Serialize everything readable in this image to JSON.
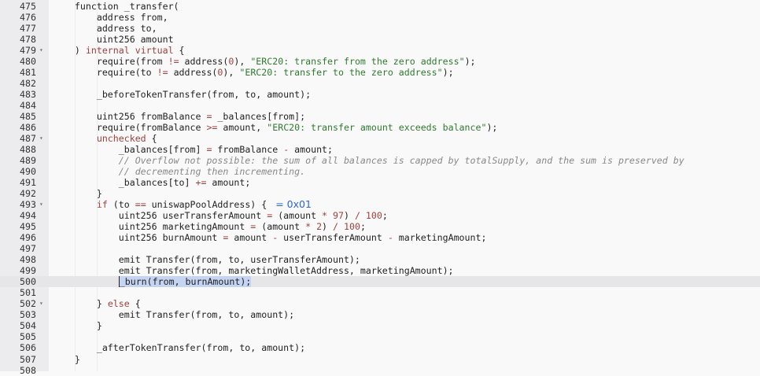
{
  "lines": [
    {
      "n": "475",
      "t": [
        [
          "p",
          "    function _transfer("
        ]
      ]
    },
    {
      "n": "476",
      "t": [
        [
          "p",
          "        address from,"
        ]
      ]
    },
    {
      "n": "477",
      "t": [
        [
          "p",
          "        address to,"
        ]
      ]
    },
    {
      "n": "478",
      "t": [
        [
          "p",
          "        uint256 amount"
        ]
      ]
    },
    {
      "n": "479",
      "fold": true,
      "t": [
        [
          "p",
          "    ) "
        ],
        [
          "k",
          "internal virtual"
        ],
        [
          "p",
          " {"
        ]
      ]
    },
    {
      "n": "480",
      "t": [
        [
          "p",
          "        require(from "
        ],
        [
          "o",
          "!="
        ],
        [
          "p",
          " address("
        ],
        [
          "n",
          "0"
        ],
        [
          "p",
          "), "
        ],
        [
          "s",
          "\"ERC20: transfer from the zero address\""
        ],
        [
          "p",
          ");"
        ]
      ]
    },
    {
      "n": "481",
      "t": [
        [
          "p",
          "        require(to "
        ],
        [
          "o",
          "!="
        ],
        [
          "p",
          " address("
        ],
        [
          "n",
          "0"
        ],
        [
          "p",
          "), "
        ],
        [
          "s",
          "\"ERC20: transfer to the zero address\""
        ],
        [
          "p",
          ");"
        ]
      ]
    },
    {
      "n": "482",
      "t": []
    },
    {
      "n": "483",
      "t": [
        [
          "p",
          "        _beforeTokenTransfer(from, to, amount);"
        ]
      ]
    },
    {
      "n": "484",
      "t": []
    },
    {
      "n": "485",
      "t": [
        [
          "p",
          "        uint256 fromBalance "
        ],
        [
          "o",
          "="
        ],
        [
          "p",
          " _balances[from];"
        ]
      ]
    },
    {
      "n": "486",
      "t": [
        [
          "p",
          "        require(fromBalance "
        ],
        [
          "o",
          ">="
        ],
        [
          "p",
          " amount, "
        ],
        [
          "s",
          "\"ERC20: transfer amount exceeds balance\""
        ],
        [
          "p",
          ");"
        ]
      ]
    },
    {
      "n": "487",
      "fold": true,
      "t": [
        [
          "p",
          "        "
        ],
        [
          "k",
          "unchecked"
        ],
        [
          "p",
          " {"
        ]
      ]
    },
    {
      "n": "488",
      "t": [
        [
          "p",
          "            _balances[from] "
        ],
        [
          "o",
          "="
        ],
        [
          "p",
          " fromBalance "
        ],
        [
          "o",
          "-"
        ],
        [
          "p",
          " amount;"
        ]
      ]
    },
    {
      "n": "489",
      "t": [
        [
          "p",
          "            "
        ],
        [
          "c",
          "// Overflow not possible: the sum of all balances is capped by totalSupply, and the sum is preserved by"
        ]
      ]
    },
    {
      "n": "490",
      "t": [
        [
          "p",
          "            "
        ],
        [
          "c",
          "// decrementing then incrementing."
        ]
      ]
    },
    {
      "n": "491",
      "t": [
        [
          "p",
          "            _balances[to] "
        ],
        [
          "o",
          "+="
        ],
        [
          "p",
          " amount;"
        ]
      ]
    },
    {
      "n": "492",
      "t": [
        [
          "p",
          "        }"
        ]
      ]
    },
    {
      "n": "493",
      "fold": true,
      "t": [
        [
          "p",
          "        "
        ],
        [
          "k",
          "if"
        ],
        [
          "p",
          " (to "
        ],
        [
          "o",
          "=="
        ],
        [
          "p",
          " uniswapPoolAddress) { "
        ],
        [
          "h",
          "= 0x01"
        ]
      ]
    },
    {
      "n": "494",
      "t": [
        [
          "p",
          "            uint256 userTransferAmount "
        ],
        [
          "o",
          "="
        ],
        [
          "p",
          " (amount "
        ],
        [
          "o",
          "*"
        ],
        [
          "p",
          " "
        ],
        [
          "n",
          "97"
        ],
        [
          "p",
          ") "
        ],
        [
          "o",
          "/"
        ],
        [
          "p",
          " "
        ],
        [
          "n",
          "100"
        ],
        [
          "p",
          ";"
        ]
      ]
    },
    {
      "n": "495",
      "t": [
        [
          "p",
          "            uint256 marketingAmount "
        ],
        [
          "o",
          "="
        ],
        [
          "p",
          " (amount "
        ],
        [
          "o",
          "*"
        ],
        [
          "p",
          " "
        ],
        [
          "n",
          "2"
        ],
        [
          "p",
          ") "
        ],
        [
          "o",
          "/"
        ],
        [
          "p",
          " "
        ],
        [
          "n",
          "100"
        ],
        [
          "p",
          ";"
        ]
      ]
    },
    {
      "n": "496",
      "t": [
        [
          "p",
          "            uint256 burnAmount "
        ],
        [
          "o",
          "="
        ],
        [
          "p",
          " amount "
        ],
        [
          "o",
          "-"
        ],
        [
          "p",
          " userTransferAmount "
        ],
        [
          "o",
          "-"
        ],
        [
          "p",
          " marketingAmount;"
        ]
      ]
    },
    {
      "n": "497",
      "t": []
    },
    {
      "n": "498",
      "t": [
        [
          "p",
          "            emit Transfer(from, to, userTransferAmount);"
        ]
      ]
    },
    {
      "n": "499",
      "t": [
        [
          "p",
          "            emit Transfer(from, marketingWalletAddress, marketingAmount);"
        ]
      ]
    },
    {
      "n": "500",
      "active": true,
      "t": [
        [
          "p",
          "            "
        ],
        [
          "sel",
          "_burn(from, burnAmount);"
        ]
      ]
    },
    {
      "n": "501",
      "t": []
    },
    {
      "n": "502",
      "fold": true,
      "t": [
        [
          "p",
          "        } "
        ],
        [
          "k",
          "else"
        ],
        [
          "p",
          " {"
        ]
      ]
    },
    {
      "n": "503",
      "t": [
        [
          "p",
          "            emit Transfer(from, to, amount);"
        ]
      ]
    },
    {
      "n": "504",
      "t": [
        [
          "p",
          "        }"
        ]
      ]
    },
    {
      "n": "505",
      "t": []
    },
    {
      "n": "506",
      "t": [
        [
          "p",
          "        _afterTokenTransfer(from, to, amount);"
        ]
      ]
    },
    {
      "n": "507",
      "t": [
        [
          "p",
          "    }"
        ]
      ]
    },
    {
      "n": "508",
      "t": []
    }
  ],
  "fold_icon": "chevron-down-icon"
}
